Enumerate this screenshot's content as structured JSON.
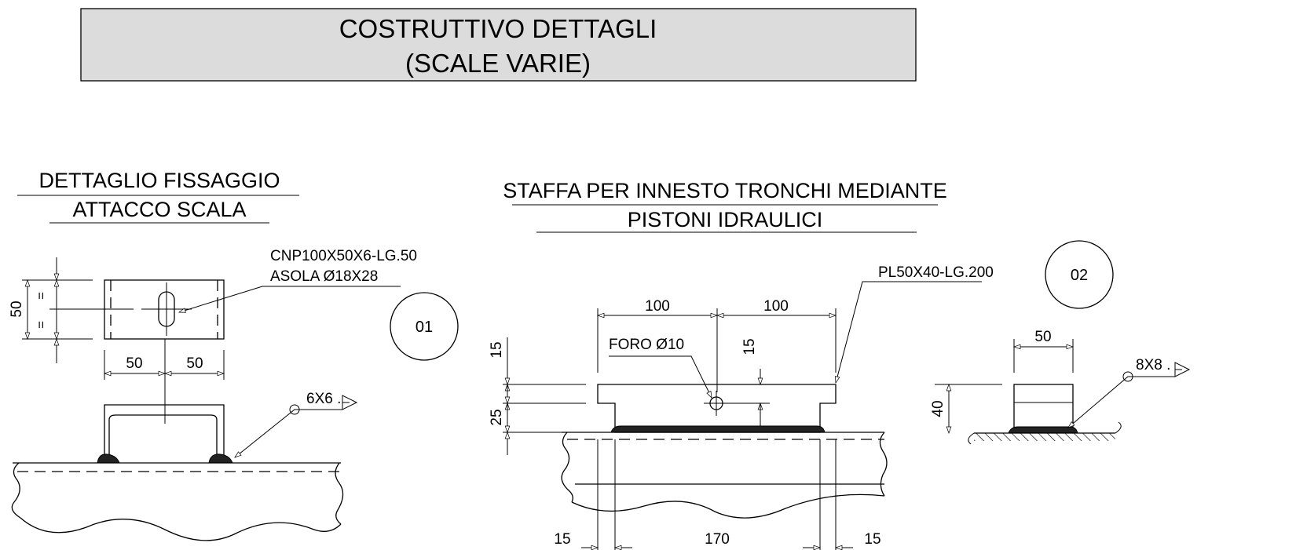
{
  "title_block": {
    "line1": "COSTRUTTIVO DETTAGLI",
    "line2": "(SCALE VARIE)",
    "fill": "#dcdcdc"
  },
  "detail_01": {
    "title_line1": "DETTAGLIO FISSAGGIO",
    "title_line2": "ATTACCO SCALA",
    "callout": "01",
    "label_profile": "CNP100X50X6-LG.50",
    "label_slot": "ASOLA Ø18X28",
    "dim_height": "50",
    "dim_equal_top": "=",
    "dim_equal_bottom": "=",
    "dim_width_left": "50",
    "dim_width_right": "50",
    "weld": "6X6 ."
  },
  "detail_02": {
    "title_line1": "STAFFA PER INNESTO TRONCHI MEDIANTE",
    "title_line2": "PISTONI IDRAULICI",
    "callout": "02",
    "label_plate": "PL50X40-LG.200",
    "label_hole": "FORO Ø10",
    "dim_top_left": "100",
    "dim_top_right": "100",
    "dim_hole": "15",
    "dim_left_top": "15",
    "dim_left_bottom": "25",
    "dim_bottom_left": "15",
    "dim_bottom_mid": "170",
    "dim_bottom_right": "15",
    "section_width": "50",
    "section_height": "40",
    "weld": "8X8 ."
  }
}
